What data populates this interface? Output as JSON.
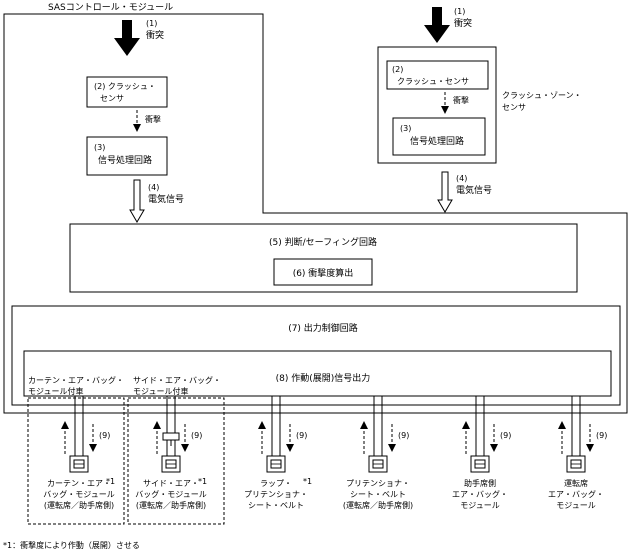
{
  "sas_module_label": "SASコントロール・モジュール",
  "crash_zone_label": [
    "クラッシュ・ゾーン・",
    "センサ"
  ],
  "left_column": {
    "step1_num": "(1)",
    "step1_label": "衝突",
    "crash_sensor": [
      "(2) クラッシュ・",
      "センサ"
    ],
    "impact_label": "衝撃",
    "signal_proc": [
      "(3)",
      "信号処理回路"
    ],
    "step4_num": "(4)",
    "step4_label": "電気信号"
  },
  "right_column": {
    "step1_num": "(1)",
    "step1_label": "衝突",
    "crash_sensor": [
      "(2)",
      "クラッシュ・センサ"
    ],
    "impact_label": "衝撃",
    "signal_proc": [
      "(3)",
      "信号処理回路"
    ],
    "step4_num": "(4)",
    "step4_label": "電気信号"
  },
  "judgment_circuit": "(5) 判断/セーフィング回路",
  "impact_calc": "(6) 衝撃度算出",
  "output_control": "(7) 出力制御回路",
  "deploy_output": "(8) 作動(展開)信号出力",
  "curtain_group_label": [
    "カーテン・エア・バッグ・",
    "モジュール付車"
  ],
  "side_group_label": [
    "サイド・エア・バッグ・",
    "モジュール付車"
  ],
  "wire_label": "(9)",
  "outputs": [
    {
      "name": [
        "カーテン・エア・",
        "バッグ・モジュール",
        "(運転席／助手席側)"
      ],
      "mark": "*1"
    },
    {
      "name": [
        "サイド・エア・",
        "バッグ・モジュール",
        "(運転席／助手席側)"
      ],
      "mark": "*1"
    },
    {
      "name": [
        "ラップ・",
        "プリテンショナ・",
        "シート・ベルト"
      ],
      "mark": "*1"
    },
    {
      "name": [
        "プリテンショナ・",
        "シート・ベルト",
        "(運転席／助手席側)"
      ],
      "mark": ""
    },
    {
      "name": [
        "助手席側",
        "エア・バッグ・",
        "モジュール"
      ],
      "mark": ""
    },
    {
      "name": [
        "運転席",
        "エア・バッグ・",
        "モジュール"
      ],
      "mark": ""
    }
  ],
  "footnote": "*1：衝撃度により作動（展開）させる"
}
